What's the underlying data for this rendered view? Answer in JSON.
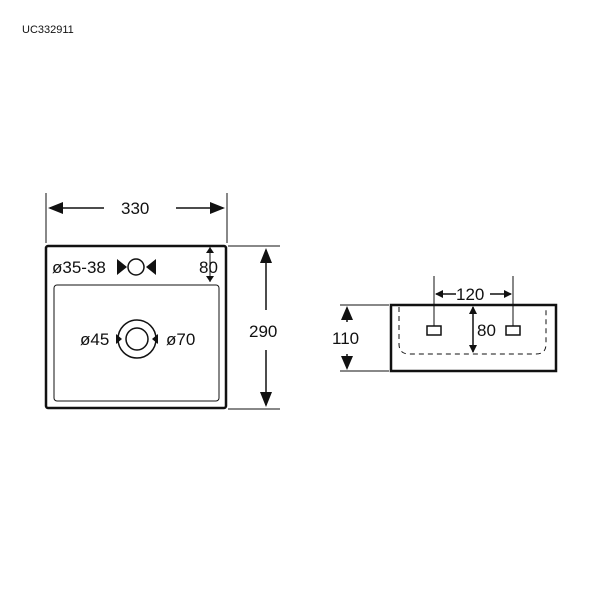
{
  "product_code": "UC332911",
  "top_view": {
    "width_label": "330",
    "depth_label": "290",
    "tap_hole_label": "ø35-38",
    "tap_offset_label": "80",
    "drain_inner_label": "ø45",
    "drain_outer_label": "ø70"
  },
  "side_view": {
    "height_label": "110",
    "fixing_spacing_label": "120",
    "fixing_height_label": "80"
  },
  "colors": {
    "line": "#111111",
    "background": "#ffffff"
  }
}
